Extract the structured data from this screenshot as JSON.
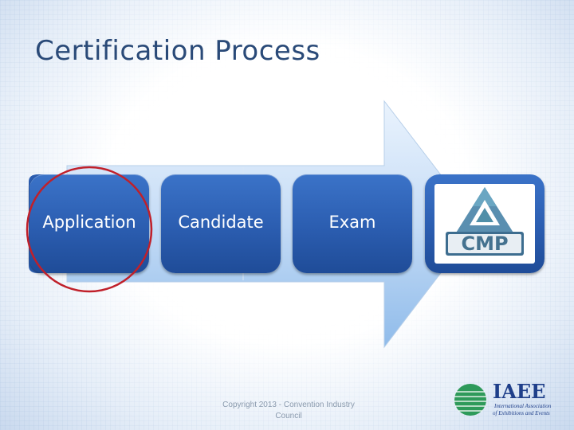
{
  "slide": {
    "title": "Certification Process",
    "footer": "Copyright 2013 - Convention Industry Council"
  },
  "process": {
    "steps": [
      "Application",
      "Candidate",
      "Exam"
    ],
    "final_logo_text": "CMP",
    "highlighted_step": "Application",
    "highlight_color": "#c0202a"
  },
  "iaee_logo": {
    "name": "IAEE",
    "tagline_line1": "International Association",
    "tagline_line2": "of Exhibitions and Events"
  },
  "colors": {
    "title": "#2a4a78",
    "box_fill": "#2b5db0",
    "arrow_fill": "#9cc3ef",
    "logo_teal": "#4f8fa8",
    "iaee_green": "#2e9a5a",
    "iaee_blue": "#1f3f8a"
  }
}
